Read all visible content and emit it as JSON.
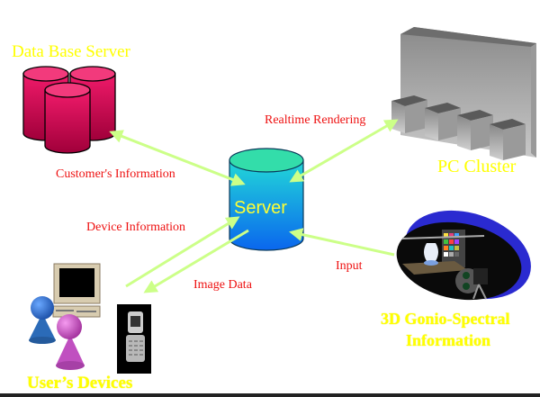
{
  "diagram": {
    "nodes": {
      "database_server": {
        "label": "Data Base Server"
      },
      "pc_cluster": {
        "label": "PC Cluster"
      },
      "server": {
        "label": "Server"
      },
      "gonio": {
        "label_line1": "3D Gonio-Spectral",
        "label_line2": "Information"
      },
      "users_devices": {
        "label": "User’s Devices"
      }
    },
    "edges": {
      "customers_information": {
        "label": "Customer's Information",
        "from": "server",
        "to": "database_server",
        "bidirectional": true
      },
      "realtime_rendering": {
        "label": "Realtime Rendering",
        "from": "server",
        "to": "pc_cluster",
        "bidirectional": true
      },
      "device_information": {
        "label": "Device Information",
        "from": "users_devices",
        "to": "server"
      },
      "image_data": {
        "label": "Image Data",
        "from": "server",
        "to": "users_devices"
      },
      "input": {
        "label": "Input",
        "from": "gonio",
        "to": "server"
      }
    },
    "colors": {
      "node_label": "#ffff00",
      "edge_label": "#ee1111",
      "arrow": "#ccff88",
      "database": "#e0105a",
      "server_top": "#33ddaa",
      "server_body": "#1188ee",
      "cluster": "#a0a0a0",
      "ring": "#2222cc"
    }
  }
}
